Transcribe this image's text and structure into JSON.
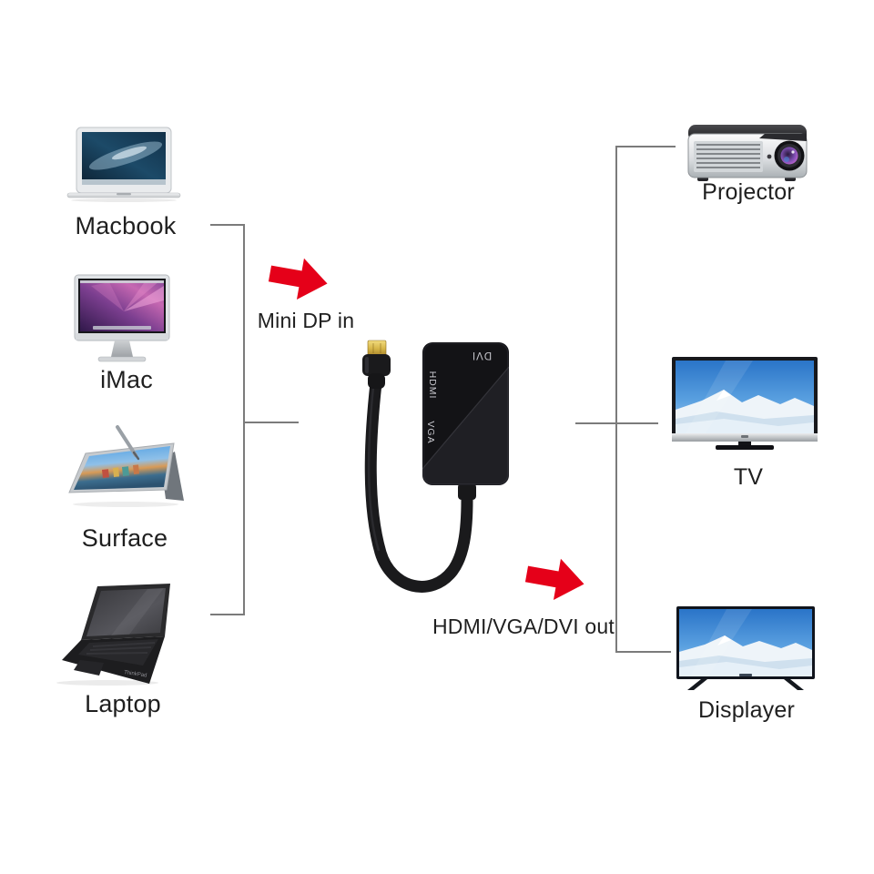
{
  "sources": [
    {
      "label": "Macbook"
    },
    {
      "label": "iMac"
    },
    {
      "label": "Surface"
    },
    {
      "label": "Laptop",
      "brand": "ThinkPad"
    }
  ],
  "targets": [
    {
      "label": "Projector"
    },
    {
      "label": "TV"
    },
    {
      "label": "Displayer"
    }
  ],
  "adapter": {
    "input_label": "Mini DP in",
    "output_label": "HDMI/VGA/DVI out",
    "ports": {
      "dvi": "DVI",
      "hdmi": "HDMI",
      "vga": "VGA"
    }
  },
  "colors": {
    "arrow": "#e50019",
    "line": "#7b7b7b",
    "text": "#1f1f1f",
    "adapter_body": "#131316",
    "connector_gold": "#d8b84a"
  }
}
